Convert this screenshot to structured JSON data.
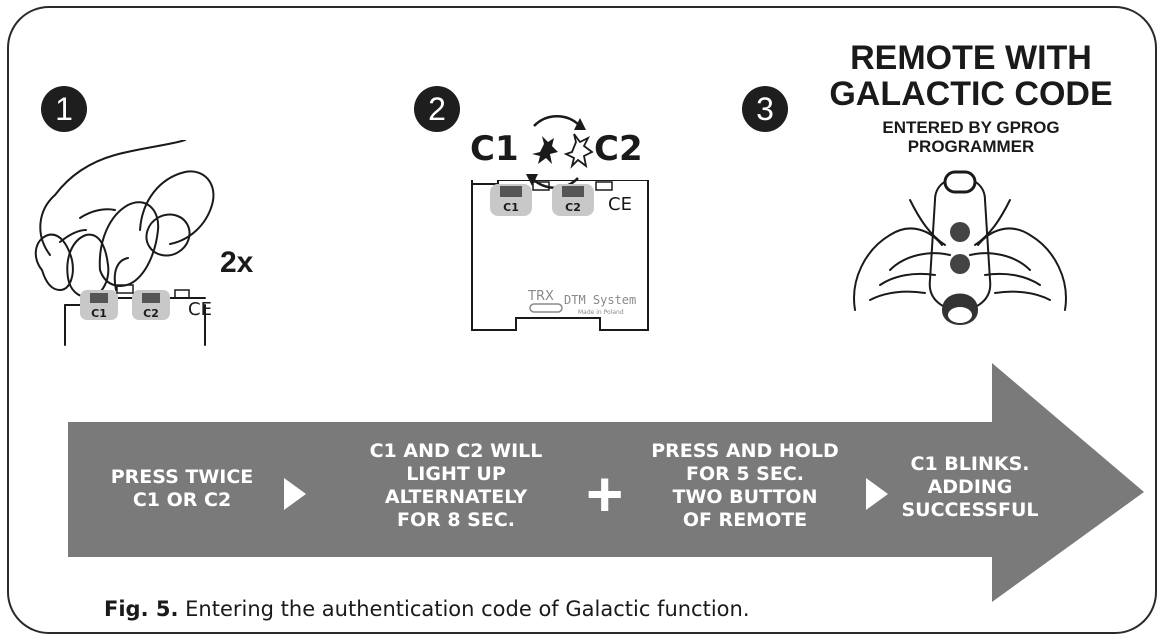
{
  "steps": {
    "one": {
      "number": "1",
      "badge": "2x",
      "button_c1": "C1",
      "button_c2": "C2",
      "ce": "CE"
    },
    "two": {
      "number": "2",
      "c1": "C1",
      "c2": "C2",
      "button_c1": "C1",
      "button_c2": "C2",
      "ce": "CE",
      "trx": "TRX",
      "brand": "DTM System",
      "made_in": "Made in Poland"
    },
    "three": {
      "number": "3",
      "title_line1": "REMOTE WITH",
      "title_line2": "GALACTIC CODE",
      "subtitle_line1": "ENTERED BY GPROG",
      "subtitle_line2": "PROGRAMMER"
    }
  },
  "band": {
    "color": "#7a7a7a",
    "stage1": [
      "PRESS TWICE",
      "C1 OR C2"
    ],
    "stage2": [
      "C1 AND C2 WILL",
      "LIGHT UP",
      "ALTERNATELY",
      "FOR 8 SEC."
    ],
    "plus": "+",
    "stage3": [
      "PRESS AND HOLD",
      "FOR 5 SEC.",
      "TWO BUTTON",
      "OF REMOTE"
    ],
    "stage4": [
      "C1 BLINKS.",
      "ADDING",
      "SUCCESSFUL"
    ]
  },
  "caption": {
    "label": "Fig. 5.",
    "text": " Entering the authentication code of Galactic function."
  }
}
